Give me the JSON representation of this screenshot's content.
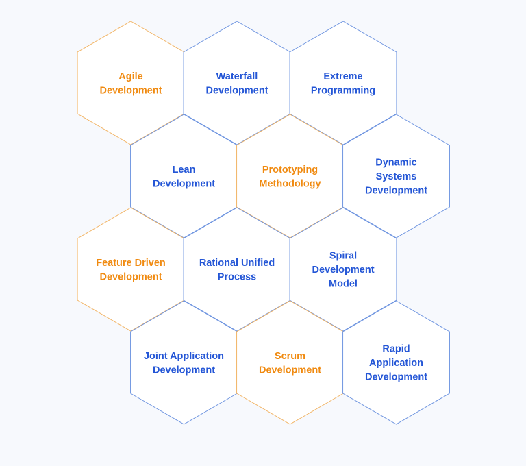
{
  "colors": {
    "blue": "#2456d6",
    "orange": "#f08a10",
    "blue_stroke": "#6f95e0",
    "orange_stroke": "#f2b566",
    "background": "#f7f9fd"
  },
  "hexagons": [
    {
      "id": "agile",
      "label_lines": [
        "Agile",
        "Development"
      ],
      "accent": "orange"
    },
    {
      "id": "waterfall",
      "label_lines": [
        "Waterfall",
        "Development"
      ],
      "accent": "blue"
    },
    {
      "id": "extreme-programming",
      "label_lines": [
        "Extreme",
        "Programming"
      ],
      "accent": "blue"
    },
    {
      "id": "lean",
      "label_lines": [
        "Lean",
        "Development"
      ],
      "accent": "blue"
    },
    {
      "id": "prototyping",
      "label_lines": [
        "Prototyping",
        "Methodology"
      ],
      "accent": "orange"
    },
    {
      "id": "dynamic-systems",
      "label_lines": [
        "Dynamic",
        "Systems",
        "Development"
      ],
      "accent": "blue"
    },
    {
      "id": "feature-driven",
      "label_lines": [
        "Feature Driven",
        "Development"
      ],
      "accent": "orange"
    },
    {
      "id": "rational-unified",
      "label_lines": [
        "Rational Unified",
        "Process"
      ],
      "accent": "blue"
    },
    {
      "id": "spiral",
      "label_lines": [
        "Spiral",
        "Development",
        "Model"
      ],
      "accent": "blue"
    },
    {
      "id": "joint-application",
      "label_lines": [
        "Joint Application",
        "Development"
      ],
      "accent": "blue"
    },
    {
      "id": "scrum",
      "label_lines": [
        "Scrum",
        "Development"
      ],
      "accent": "orange"
    },
    {
      "id": "rapid-application",
      "label_lines": [
        "Rapid",
        "Application",
        "Development"
      ],
      "accent": "blue"
    }
  ]
}
